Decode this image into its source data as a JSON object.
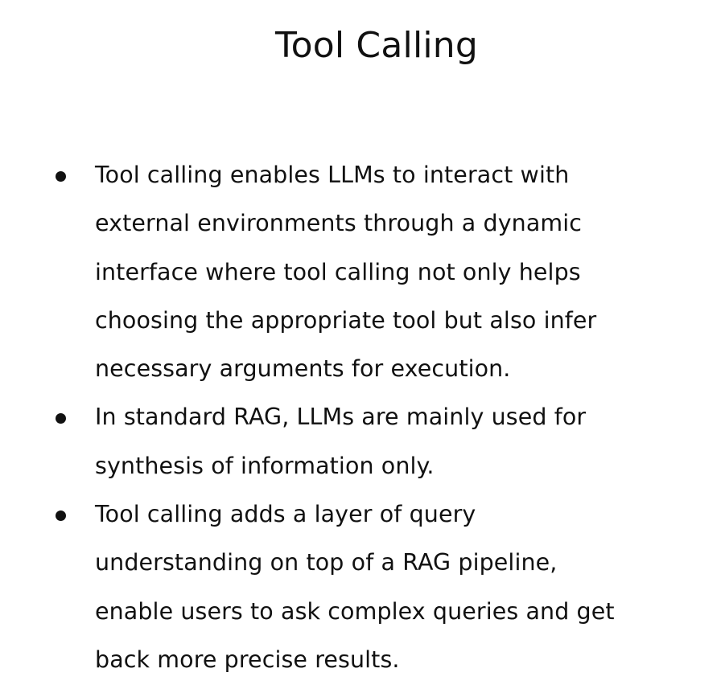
{
  "slide": {
    "title": "Tool Calling",
    "bullets": [
      {
        "lines": [
          "Tool calling enables LLMs to interact with",
          "external environments through a dynamic",
          "interface where tool calling not only helps",
          "choosing the appropriate tool but also infer",
          "necessary arguments for execution."
        ]
      },
      {
        "lines": [
          "In standard RAG, LLMs are mainly used for",
          "synthesis of information only."
        ]
      },
      {
        "lines": [
          "Tool calling adds a layer of query",
          "understanding on top of a RAG pipeline,",
          "enable users to ask complex queries and get",
          "back more precise results."
        ]
      }
    ]
  }
}
